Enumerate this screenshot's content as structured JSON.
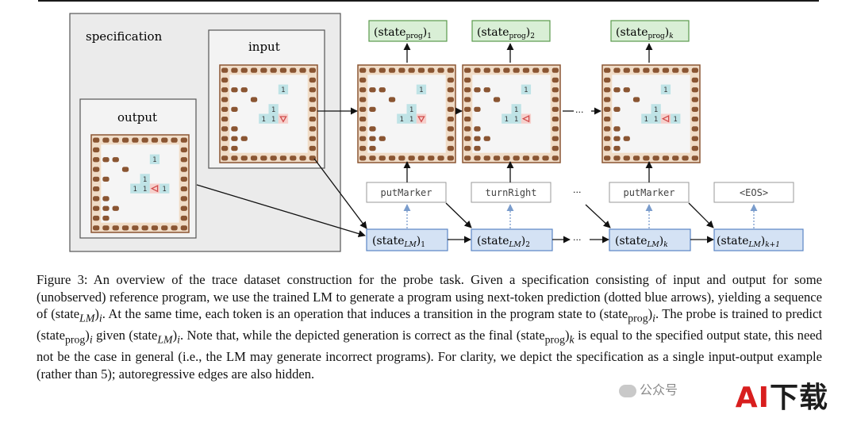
{
  "labels": {
    "specification": "specification",
    "input": "input",
    "output": "output"
  },
  "state_prog": [
    "(state",
    "prog",
    ")",
    "1",
    "2",
    "k"
  ],
  "state_lm": {
    "base": "(state",
    "sub": "LM",
    "close": ")",
    "indices": [
      "1",
      "2",
      "k",
      "k+1"
    ]
  },
  "tokens": [
    "putMarker",
    "turnRight",
    "putMarker",
    "<EOS>"
  ],
  "ellipsis": "···",
  "grid_numbers": [
    "1",
    "1",
    "1",
    "1"
  ],
  "caption": {
    "figure_label": "Figure 3:",
    "text_1": " An overview of the trace dataset construction for the probe task. Given a specification consisting of input and output for some (unobserved) reference program, we use the trained LM to generate a program using next-token prediction (dotted blue arrows), yielding a sequence of ",
    "lm_var": "(state",
    "lm_sub": "LM",
    "lm_close": ")",
    "i": "i",
    "text_2": ". At the same time, each token is an operation that induces a transition in the program state to ",
    "text_3": ". The probe is trained to predict ",
    "text_4": " given ",
    "text_5": ". Note that, while the depicted generation is correct as the final ",
    "k": "k",
    "text_6": " is equal to the specified output state, this need not be the case in general (i.e., the LM may generate incorrect programs). For clarity, we depict the specification as a single input-output example (rather than 5); autoregressive edges are also hidden.",
    "prog_var": "(state",
    "prog_sub": "prog",
    "prog_close": ")"
  },
  "watermark": {
    "wechat": "公众号",
    "brand_a": "AI",
    "brand_b": "下载"
  },
  "colors": {
    "wall": "#8a5532",
    "wall_bg": "#f0dcc7",
    "floor": "#f5f5f5",
    "marker": "#bfe3e6",
    "robot": "#f6d0cc",
    "robot_stroke": "#d14c4c",
    "lm_box": "#d4e2f4",
    "lm_stroke": "#5b86c5",
    "prog_box": "#d9efd6",
    "prog_stroke": "#5a9a4c"
  }
}
